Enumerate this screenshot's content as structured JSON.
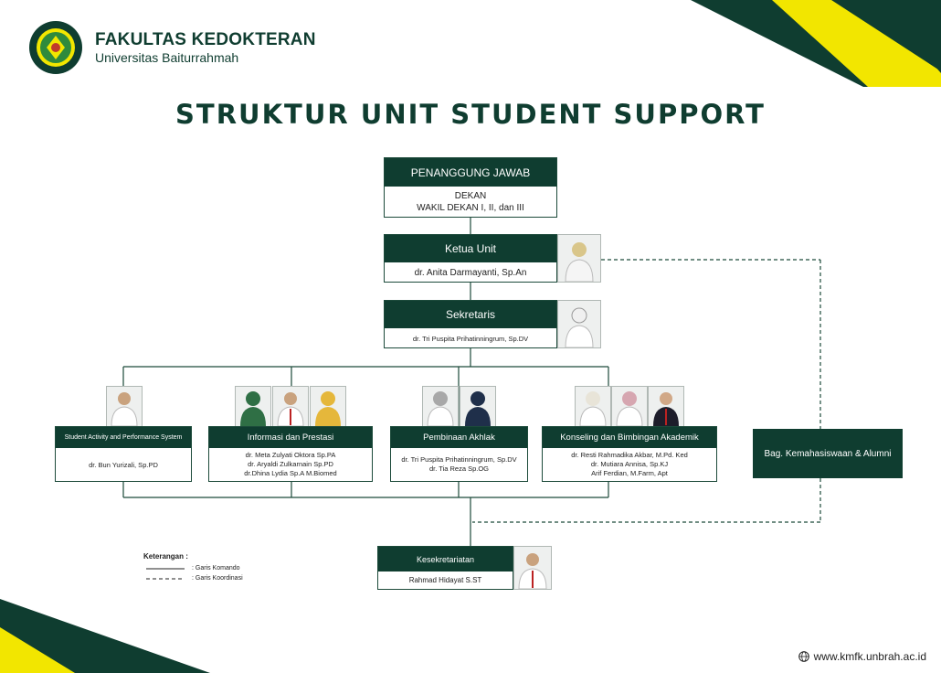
{
  "header": {
    "faculty": "FAKULTAS KEDOKTERAN",
    "university": "Universitas Baiturrahmah",
    "logo_label": "university-seal"
  },
  "title": "STRUKTUR UNIT STUDENT SUPPORT",
  "nodes": {
    "penanggung": {
      "head": "PENANGGUNG JAWAB",
      "line1": "DEKAN",
      "line2": "WAKIL DEKAN I, II, dan III"
    },
    "ketua": {
      "head": "Ketua Unit",
      "name": "dr. Anita Darmayanti, Sp.An"
    },
    "sekretaris": {
      "head": "Sekretaris",
      "name": "dr. Tri Puspita Prihatinningrum, Sp.DV"
    },
    "sapes": {
      "head": "Student Activity and Performance System",
      "name": "dr. Bun Yurizali, Sp.PD"
    },
    "info": {
      "head": "Informasi dan Prestasi",
      "names": [
        "dr. Meta Zulyati Oktora Sp.PA",
        "dr. Aryaldi Zulkarnain Sp.PD",
        "dr.Dhina Lydia Sp.A M.Biomed"
      ]
    },
    "akhlak": {
      "head": "Pembinaan Akhlak",
      "names": [
        "dr. Tri Puspita Prihatinningrum, Sp.DV",
        "dr. Tia Reza Sp.OG"
      ]
    },
    "konseling": {
      "head": "Konseling dan Bimbingan Akademik",
      "names": [
        "dr. Resti Rahmadika Akbar, M.Pd. Ked",
        "dr. Mutiara Annisa, Sp.KJ",
        "Arif Ferdian, M.Farm, Apt"
      ]
    },
    "kemahasiswaan": {
      "head": "Bag. Kemahasiswaan & Alumni"
    },
    "kesekretariatan": {
      "head": "Kesekretariatan",
      "name": "Rahmad Hidayat S.ST"
    }
  },
  "legend": {
    "title": "Keterangan :",
    "solid": ": Garis Komando",
    "dashed": ": Garis Koordinasi"
  },
  "footer": {
    "website": "www.kmfk.unbrah.ac.id",
    "icon": "globe-icon"
  },
  "colors": {
    "dark_green": "#0f3d30",
    "yellow": "#f2e600"
  }
}
